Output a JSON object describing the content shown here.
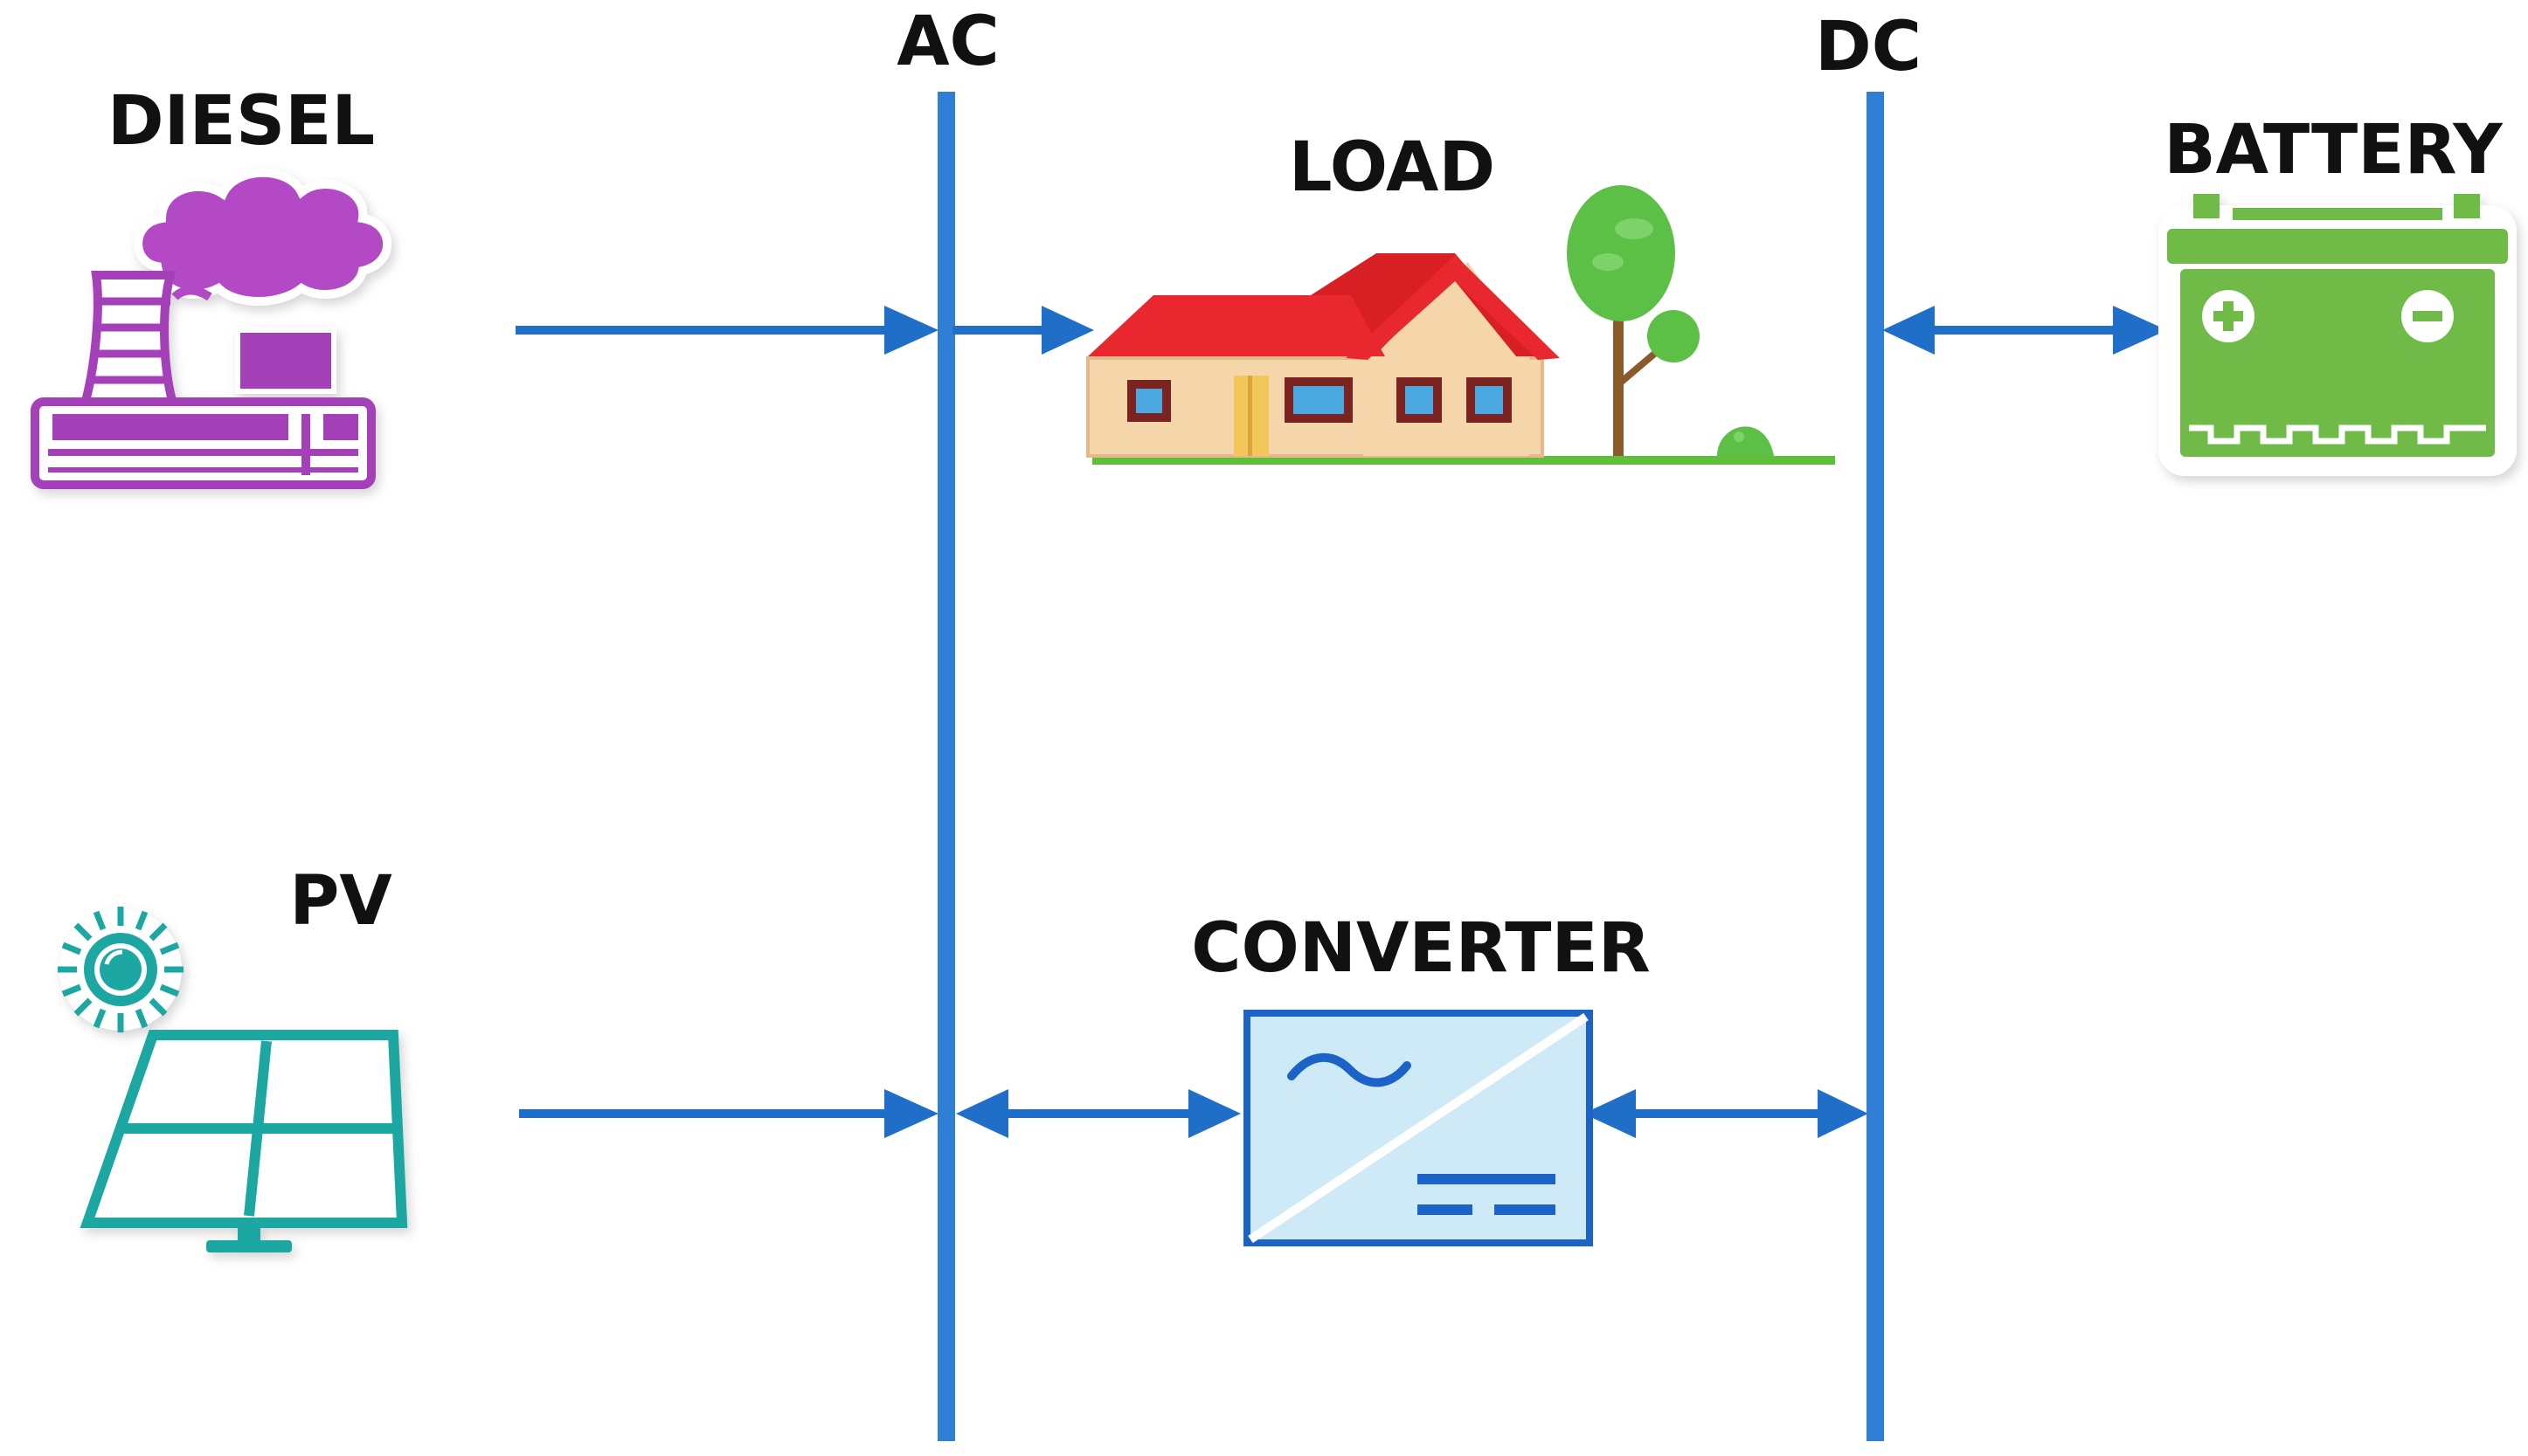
{
  "labels": {
    "diesel": "DIESEL",
    "ac": "AC",
    "load": "LOAD",
    "dc": "DC",
    "battery": "BATTERY",
    "pv": "PV",
    "converter": "CONVERTER"
  },
  "icons": {
    "diesel": "diesel-plant-icon",
    "load": "house-icon",
    "battery": "battery-icon",
    "pv": "solar-panel-icon",
    "converter": "ac-dc-converter-icon"
  },
  "colors": {
    "bus": "#2f7fd6",
    "arrow": "#1f6fc8",
    "diesel": "#a43fb8",
    "battery": "#6fba47",
    "pv": "#1fa7a3",
    "converter_fill": "#cfeaf7",
    "converter_border": "#1c63c7",
    "roof": "#e8282e",
    "house": "#f5d6aa",
    "tree": "#5cbf46",
    "ground": "#5fbf3b"
  }
}
